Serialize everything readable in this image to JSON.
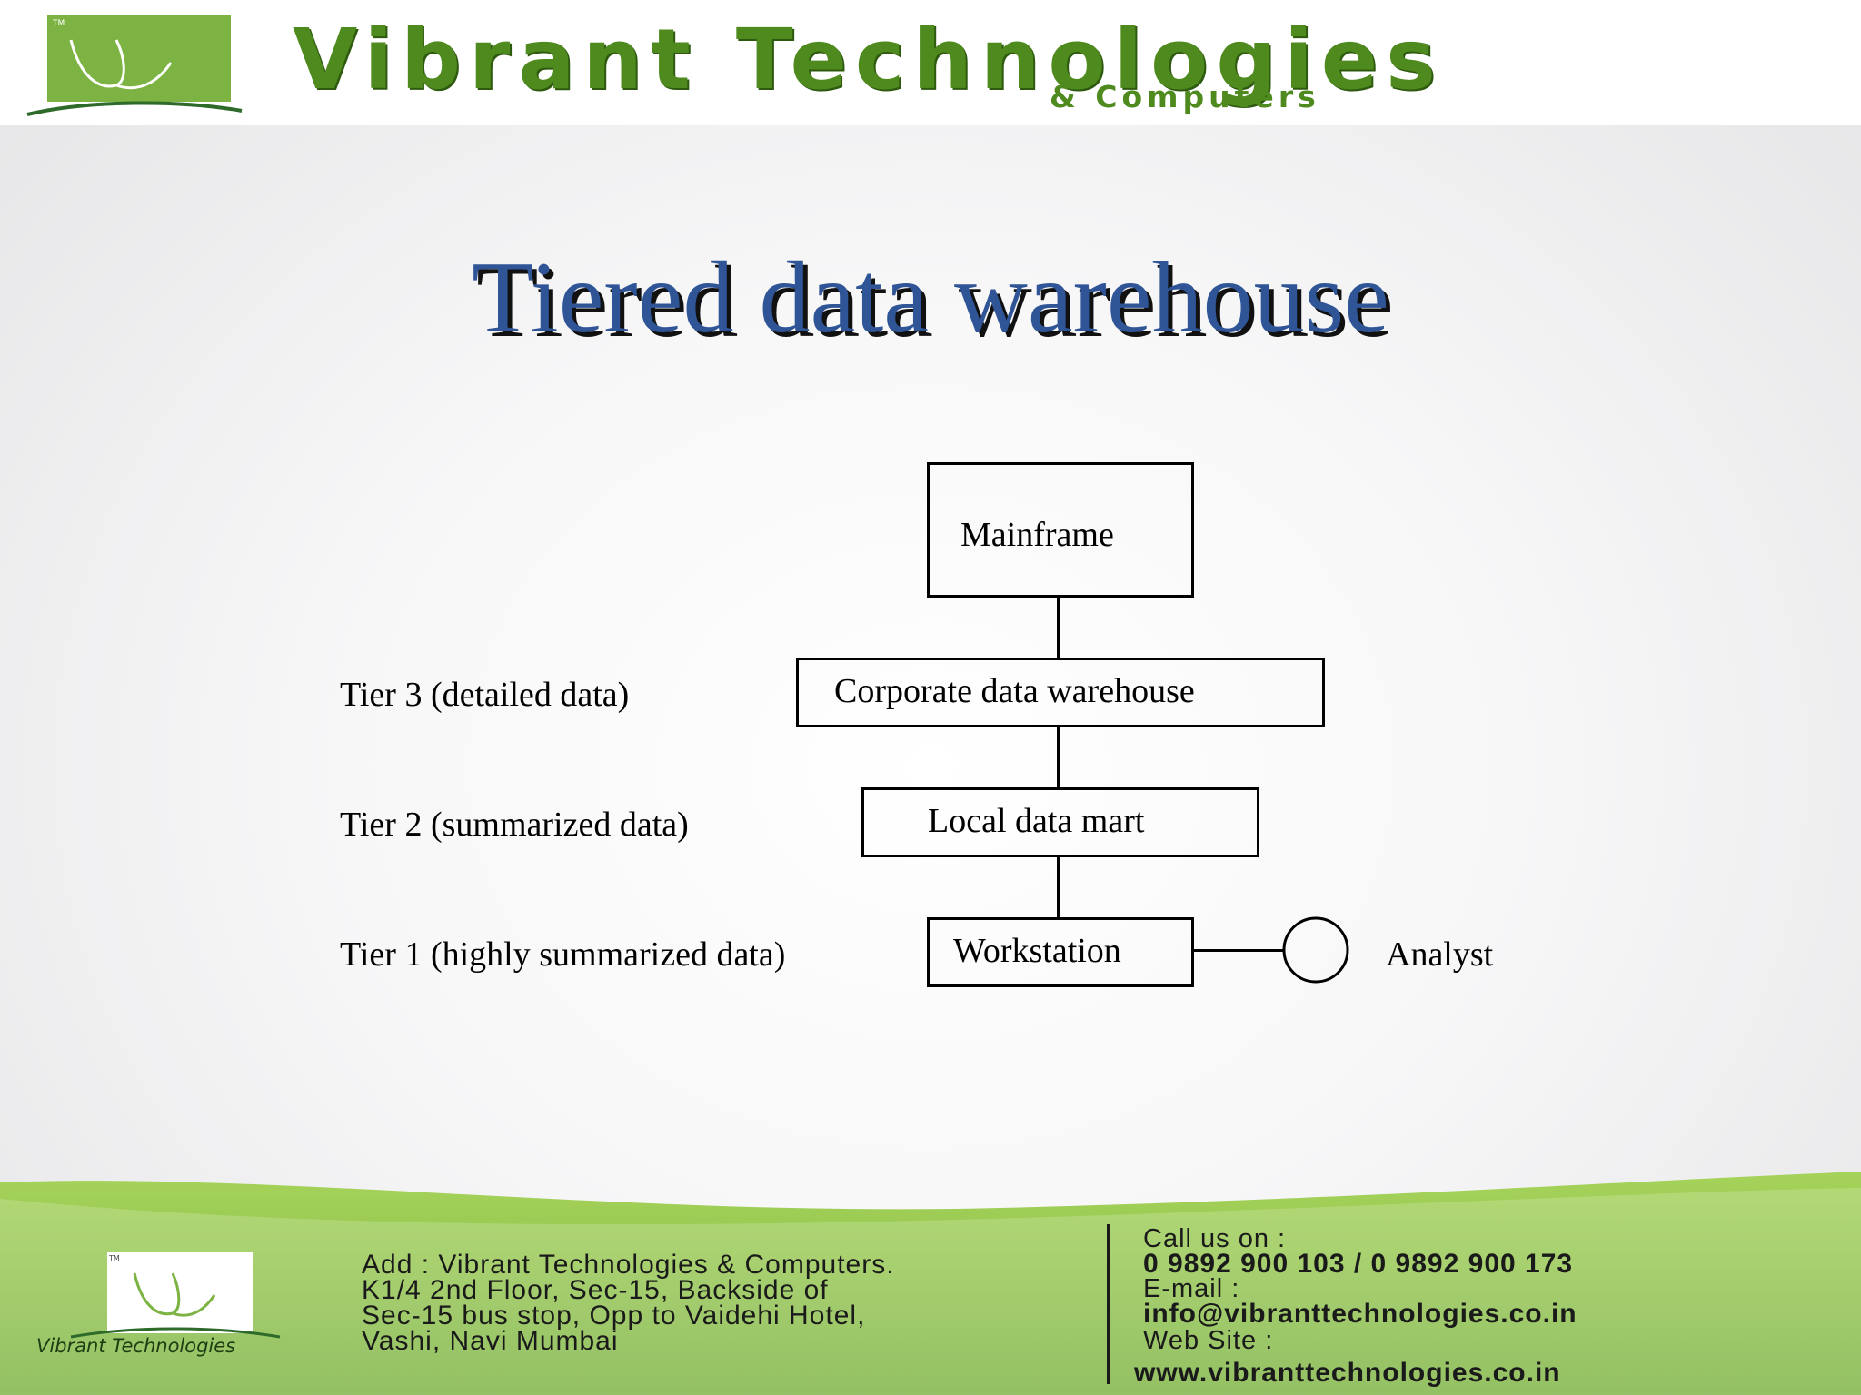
{
  "header": {
    "brand_title": "Vibrant Technologies",
    "brand_sub": "& Computers",
    "logo_mark": "TM"
  },
  "slide": {
    "title": "Tiered data warehouse"
  },
  "diagram": {
    "nodes": {
      "mainframe": "Mainframe",
      "corporate": "Corporate data warehouse",
      "local_mart": "Local data mart",
      "workstation": "Workstation",
      "analyst": "Analyst"
    },
    "tiers": {
      "tier3": "Tier 3 (detailed data)",
      "tier2": "Tier 2 (summarized data)",
      "tier1": "Tier 1 (highly summarized data)"
    }
  },
  "footer": {
    "brand": "Vibrant Technologies",
    "logo_mark": "TM",
    "address": [
      "Add : Vibrant Technologies & Computers.",
      "K1/4 2nd Floor, Sec-15, Backside of",
      "Sec-15 bus stop, Opp to Vaidehi Hotel,",
      "Vashi, Navi Mumbai"
    ],
    "call_label": "Call us on :",
    "phones": "0 9892 900 103 /  0 9892 900 173",
    "email_label": "E-mail :",
    "email": "info@vibranttechnologies.co.in",
    "website_label": " Web Site :",
    "website": "www.vibranttechnologies.co.in"
  },
  "colors": {
    "brand_green": "#4f8a1e",
    "title_blue": "#2f5597",
    "footer_green": "#8cc63f"
  }
}
